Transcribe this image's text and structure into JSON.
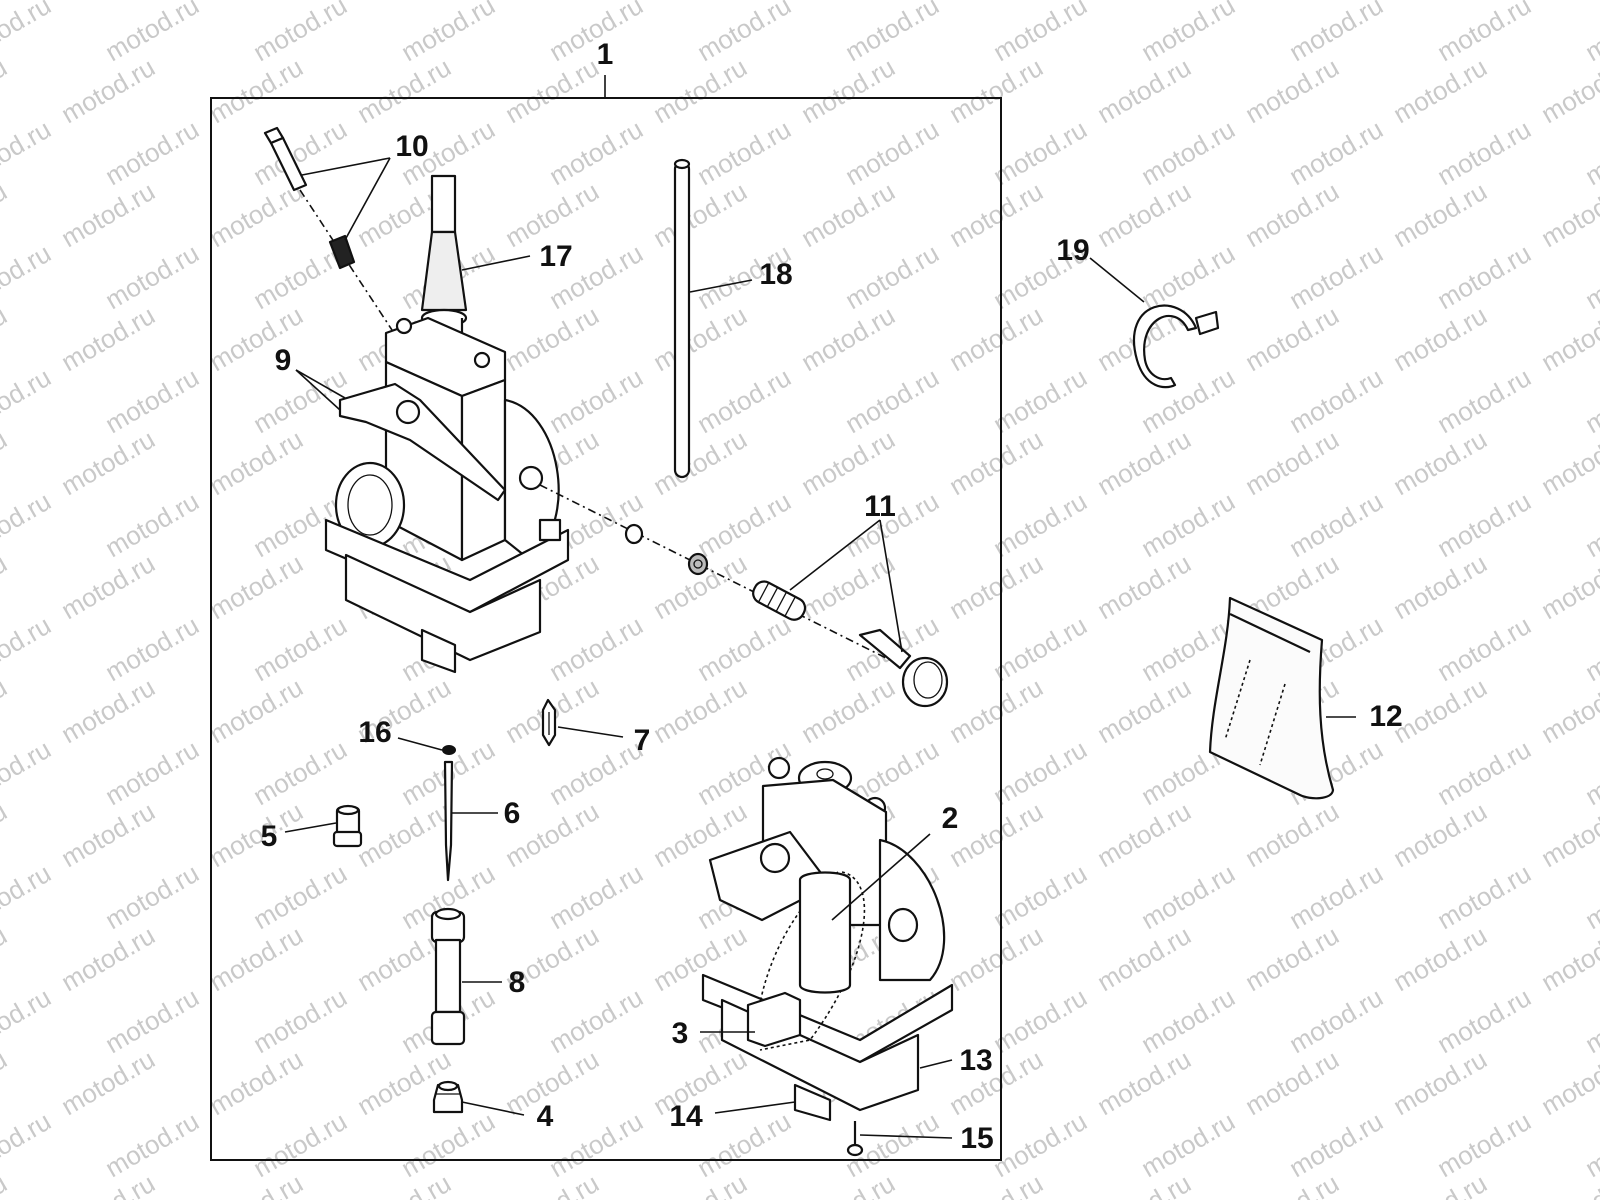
{
  "diagram": {
    "title": "Carburetor exploded parts diagram",
    "watermark": "motod.ru",
    "assembly_label": "1",
    "callouts": [
      {
        "id": "c1",
        "label": "1",
        "part": "carburetor-assembly"
      },
      {
        "id": "c2",
        "label": "2",
        "part": "throttle-slide"
      },
      {
        "id": "c3",
        "label": "3",
        "part": "float"
      },
      {
        "id": "c4",
        "label": "4",
        "part": "main-jet"
      },
      {
        "id": "c5",
        "label": "5",
        "part": "pilot-jet"
      },
      {
        "id": "c6",
        "label": "6",
        "part": "jet-needle"
      },
      {
        "id": "c7",
        "label": "7",
        "part": "float-needle-valve"
      },
      {
        "id": "c8",
        "label": "8",
        "part": "needle-jet"
      },
      {
        "id": "c9",
        "label": "9",
        "part": "throttle-cable-bracket"
      },
      {
        "id": "c10",
        "label": "10",
        "part": "cable-adjuster-screw-and-spring"
      },
      {
        "id": "c11",
        "label": "11",
        "part": "idle-adjust-screw-and-spring"
      },
      {
        "id": "c12",
        "label": "12",
        "part": "carburetor-cover"
      },
      {
        "id": "c13",
        "label": "13",
        "part": "float-bowl"
      },
      {
        "id": "c14",
        "label": "14",
        "part": "drain-plug"
      },
      {
        "id": "c15",
        "label": "15",
        "part": "bowl-screw"
      },
      {
        "id": "c16",
        "label": "16",
        "part": "needle-clip"
      },
      {
        "id": "c17",
        "label": "17",
        "part": "cable-boot"
      },
      {
        "id": "c18",
        "label": "18",
        "part": "overflow-tube"
      },
      {
        "id": "c19",
        "label": "19",
        "part": "hose-clamp"
      }
    ]
  }
}
